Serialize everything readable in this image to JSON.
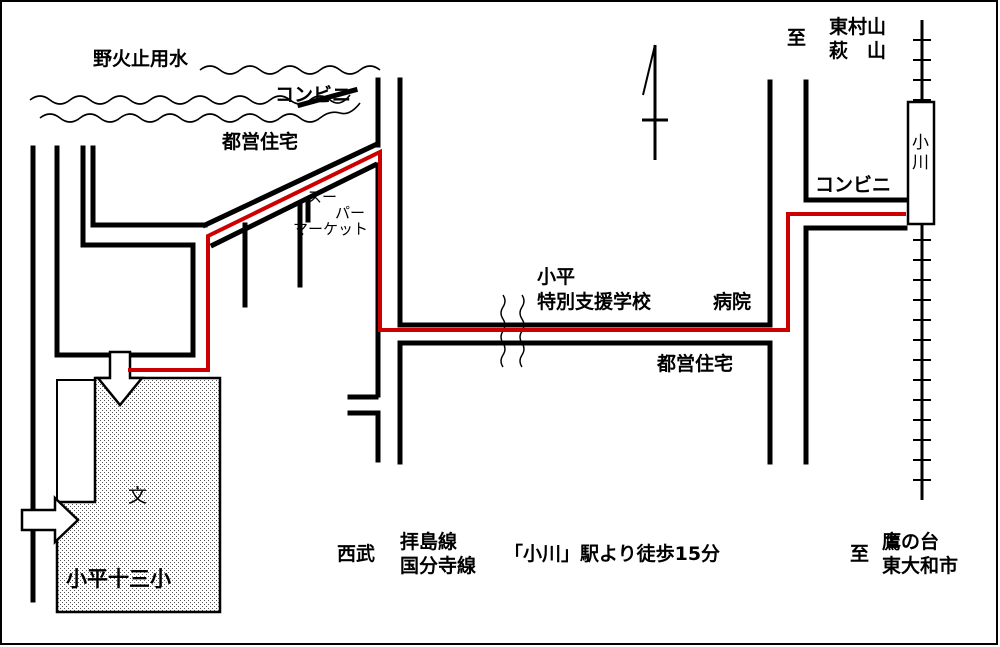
{
  "labels": {
    "canal": "野火止用水",
    "convenience_store_nw": "コンビニ",
    "public_housing_nw": "都営住宅",
    "supermarket_1": "スー",
    "supermarket_2": "パー",
    "supermarket_3": "マーケット",
    "special_school_1": "小平",
    "special_school_2": "特別支援学校",
    "hospital": "病院",
    "public_housing_center": "都営住宅",
    "convenience_store_ne": "コンビニ",
    "station_name": "小川",
    "to_north_prefix": "至",
    "to_north_1": "東村山",
    "to_north_2": "萩　山",
    "to_south_prefix": "至",
    "to_south_1": "鷹の台",
    "to_south_2": "東大和市",
    "school_symbol": "文",
    "school_name": "小平十三小",
    "railway_company": "西武",
    "line_1": "拝島線",
    "line_2": "国分寺線",
    "access_note": "「小川」駅より徒歩15分"
  },
  "colors": {
    "route": "#cc0000",
    "roads": "#000000",
    "school_fill": "#e8e8e8"
  }
}
